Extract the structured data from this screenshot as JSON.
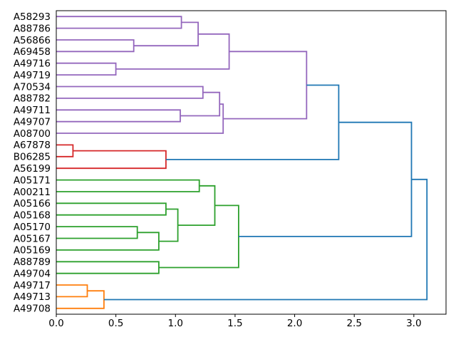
{
  "figure": {
    "kind": "matplotlib-dendrogram-canvas",
    "background": "#ffffff"
  },
  "chart_data": {
    "type": "dendrogram",
    "orientation": "leaves-left-root-right",
    "title": "",
    "xlabel": "",
    "ylabel": "",
    "grid": false,
    "xlim": [
      0,
      3.27
    ],
    "xticks": [
      {
        "label": "0.0",
        "v": 0.0
      },
      {
        "label": "0.5",
        "v": 0.5
      },
      {
        "label": "1.0",
        "v": 1.0
      },
      {
        "label": "1.5",
        "v": 1.5
      },
      {
        "label": "2.0",
        "v": 2.0
      },
      {
        "label": "2.5",
        "v": 2.5
      },
      {
        "label": "3.0",
        "v": 3.0
      }
    ],
    "leaves": [
      "A58293",
      "A88786",
      "A56866",
      "A69458",
      "A49716",
      "A49719",
      "A70534",
      "A88782",
      "A49711",
      "A49707",
      "A08700",
      "A67878",
      "B06285",
      "A56199",
      "A05171",
      "A00211",
      "A05166",
      "A05168",
      "A05170",
      "A05167",
      "A05169",
      "A88789",
      "A49704",
      "A49717",
      "A49713",
      "A49708"
    ],
    "links": [
      {
        "id": "R1",
        "a": "A67878",
        "b": "B06285",
        "d": 0.14,
        "c": "red"
      },
      {
        "id": "O1",
        "a": "A49717",
        "b": "A49713",
        "d": 0.26,
        "c": "orange"
      },
      {
        "id": "O2",
        "a": "O1",
        "b": "A49708",
        "d": 0.4,
        "c": "orange"
      },
      {
        "id": "P4",
        "a": "A49716",
        "b": "A49719",
        "d": 0.5,
        "c": "purple"
      },
      {
        "id": "P2",
        "a": "A56866",
        "b": "A69458",
        "d": 0.65,
        "c": "purple"
      },
      {
        "id": "G3",
        "a": "A05170",
        "b": "A05167",
        "d": 0.68,
        "c": "green"
      },
      {
        "id": "G7",
        "a": "A88789",
        "b": "A49704",
        "d": 0.86,
        "c": "green"
      },
      {
        "id": "G4",
        "a": "G3",
        "b": "A05169",
        "d": 0.86,
        "c": "green"
      },
      {
        "id": "R2",
        "a": "R1",
        "b": "A56199",
        "d": 0.92,
        "c": "red"
      },
      {
        "id": "G2",
        "a": "A05166",
        "b": "A05168",
        "d": 0.92,
        "c": "green"
      },
      {
        "id": "G5",
        "a": "G2",
        "b": "G4",
        "d": 1.02,
        "c": "green"
      },
      {
        "id": "P7",
        "a": "A49711",
        "b": "A49707",
        "d": 1.04,
        "c": "purple"
      },
      {
        "id": "P1",
        "a": "A58293",
        "b": "A88786",
        "d": 1.05,
        "c": "purple"
      },
      {
        "id": "P3",
        "a": "P1",
        "b": "P2",
        "d": 1.19,
        "c": "purple"
      },
      {
        "id": "G1",
        "a": "A05171",
        "b": "A00211",
        "d": 1.2,
        "c": "green"
      },
      {
        "id": "P6",
        "a": "A70534",
        "b": "A88782",
        "d": 1.23,
        "c": "purple"
      },
      {
        "id": "G6",
        "a": "G1",
        "b": "G5",
        "d": 1.33,
        "c": "green"
      },
      {
        "id": "P8",
        "a": "P6",
        "b": "P7",
        "d": 1.37,
        "c": "purple"
      },
      {
        "id": "P9",
        "a": "P8",
        "b": "A08700",
        "d": 1.4,
        "c": "purple"
      },
      {
        "id": "P5",
        "a": "P3",
        "b": "P4",
        "d": 1.45,
        "c": "purple"
      },
      {
        "id": "G8",
        "a": "G6",
        "b": "G7",
        "d": 1.53,
        "c": "green"
      },
      {
        "id": "P10",
        "a": "P5",
        "b": "P9",
        "d": 2.1,
        "c": "purple"
      },
      {
        "id": "B1",
        "a": "P10",
        "b": "R2",
        "d": 2.37,
        "c": "blue"
      },
      {
        "id": "B2",
        "a": "B1",
        "b": "G8",
        "d": 2.98,
        "c": "blue"
      },
      {
        "id": "B3",
        "a": "B2",
        "b": "O2",
        "d": 3.11,
        "c": "blue"
      }
    ],
    "palette": {
      "blue": "#1f77b4",
      "orange": "#ff7f0e",
      "green": "#2ca02c",
      "red": "#d62728",
      "purple": "#9467bd"
    },
    "frame_color": "#000000",
    "tick_label_color": "#000000",
    "leaf_label_color": "#000000"
  }
}
